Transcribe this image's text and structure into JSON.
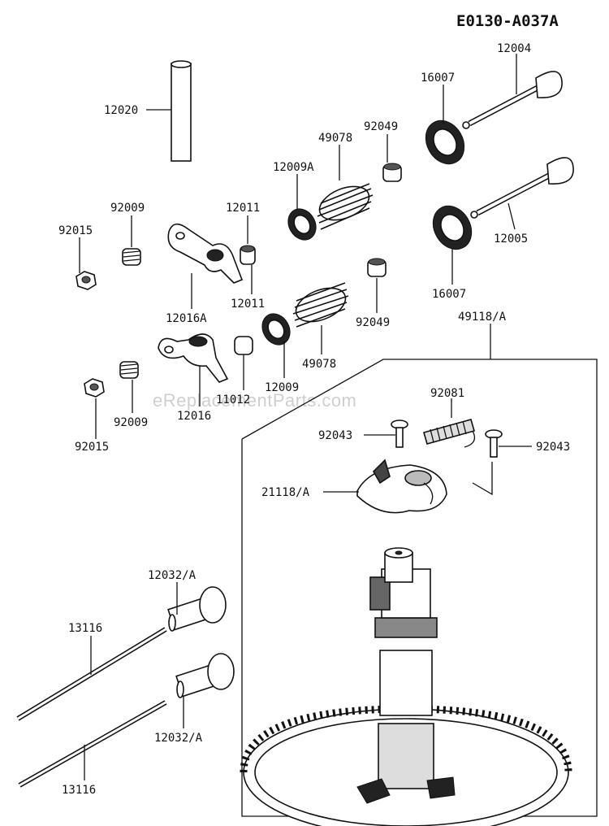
{
  "diagram_code": "E0130-A037A",
  "watermark": "eReplacementParts.com",
  "labels": {
    "p12020": "12020",
    "p12004": "12004",
    "p16007_top": "16007",
    "p92049_top": "92049",
    "p49078_top": "49078",
    "p12009A": "12009A",
    "p12011_top": "12011",
    "p92009_top": "92009",
    "p92015_top": "92015",
    "p12005": "12005",
    "p12011_bot": "12011",
    "p12016A": "12016A",
    "p16007_bot": "16007",
    "p92049_bot": "92049",
    "p49118A": "49118/A",
    "p49078_bot": "49078",
    "p12009": "12009",
    "p11012": "11012",
    "p12016": "12016",
    "p92009_bot": "92009",
    "p92015_bot": "92015",
    "p92081": "92081",
    "p92043_left": "92043",
    "p92043_right": "92043",
    "p21118A": "21118/A",
    "p12032A_top": "12032/A",
    "p13116_top": "13116",
    "p12032A_bot": "12032/A",
    "p13116_bot": "13116"
  }
}
